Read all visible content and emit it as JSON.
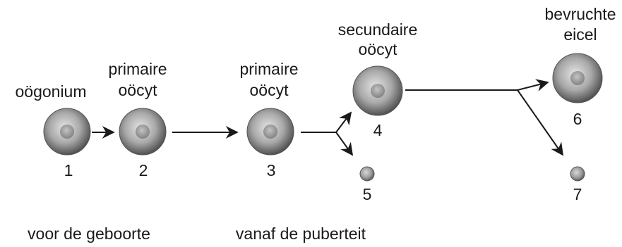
{
  "cells": [
    {
      "id": "1",
      "number": "1",
      "label_lines": [
        "oögonium"
      ],
      "size": "large"
    },
    {
      "id": "2",
      "number": "2",
      "label_lines": [
        "primaire",
        "oöcyt"
      ],
      "size": "large"
    },
    {
      "id": "3",
      "number": "3",
      "label_lines": [
        "primaire",
        "oöcyt"
      ],
      "size": "large"
    },
    {
      "id": "4",
      "number": "4",
      "label_lines": [
        "secundaire",
        "oöcyt"
      ],
      "size": "large"
    },
    {
      "id": "5",
      "number": "5",
      "label_lines": [],
      "size": "small"
    },
    {
      "id": "6",
      "number": "6",
      "label_lines": [
        "bevruchte",
        "eicel"
      ],
      "size": "large"
    },
    {
      "id": "7",
      "number": "7",
      "label_lines": [],
      "size": "small"
    }
  ],
  "footer": {
    "before_birth": "voor de geboorte",
    "from_puberty": "vanaf de puberteit"
  },
  "colors": {
    "cell_outer_light": "#d9d9d9",
    "cell_outer_dark": "#4d4d4d",
    "nucleus_light": "#bdbdbd",
    "nucleus_dark": "#7a7a7a",
    "stroke": "#1a1a1a"
  }
}
